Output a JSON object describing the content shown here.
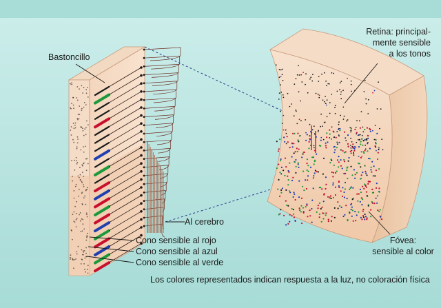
{
  "labels": {
    "rod": "Bastoncillo",
    "retina_line1": "Retina: principal-",
    "retina_line2": "mente sensible",
    "retina_line3": "a los tonos",
    "brain": "Al cerebro",
    "cone_red": "Cono sensible al rojo",
    "cone_blue": "Cono sensible al azul",
    "cone_green": "Cono sensible al verde",
    "fovea_line1": "Fóvea:",
    "fovea_line2": "sensible al color"
  },
  "caption": "Los colores representados indican respuesta a la luz, no coloración física",
  "colors": {
    "background_top": "#c8ebe8",
    "background_bottom": "#a9dcd8",
    "tissue_light": "#f6dcc6",
    "tissue_mid": "#efcfb4",
    "tissue_dark": "#e8bf9f",
    "cone_red": "#c8102e",
    "cone_blue": "#1f3fb0",
    "cone_green": "#1a9a3a",
    "rod": "#1a1a1a",
    "neuron_line": "#6b2a1e",
    "guide_line": "#2a3a8a"
  }
}
